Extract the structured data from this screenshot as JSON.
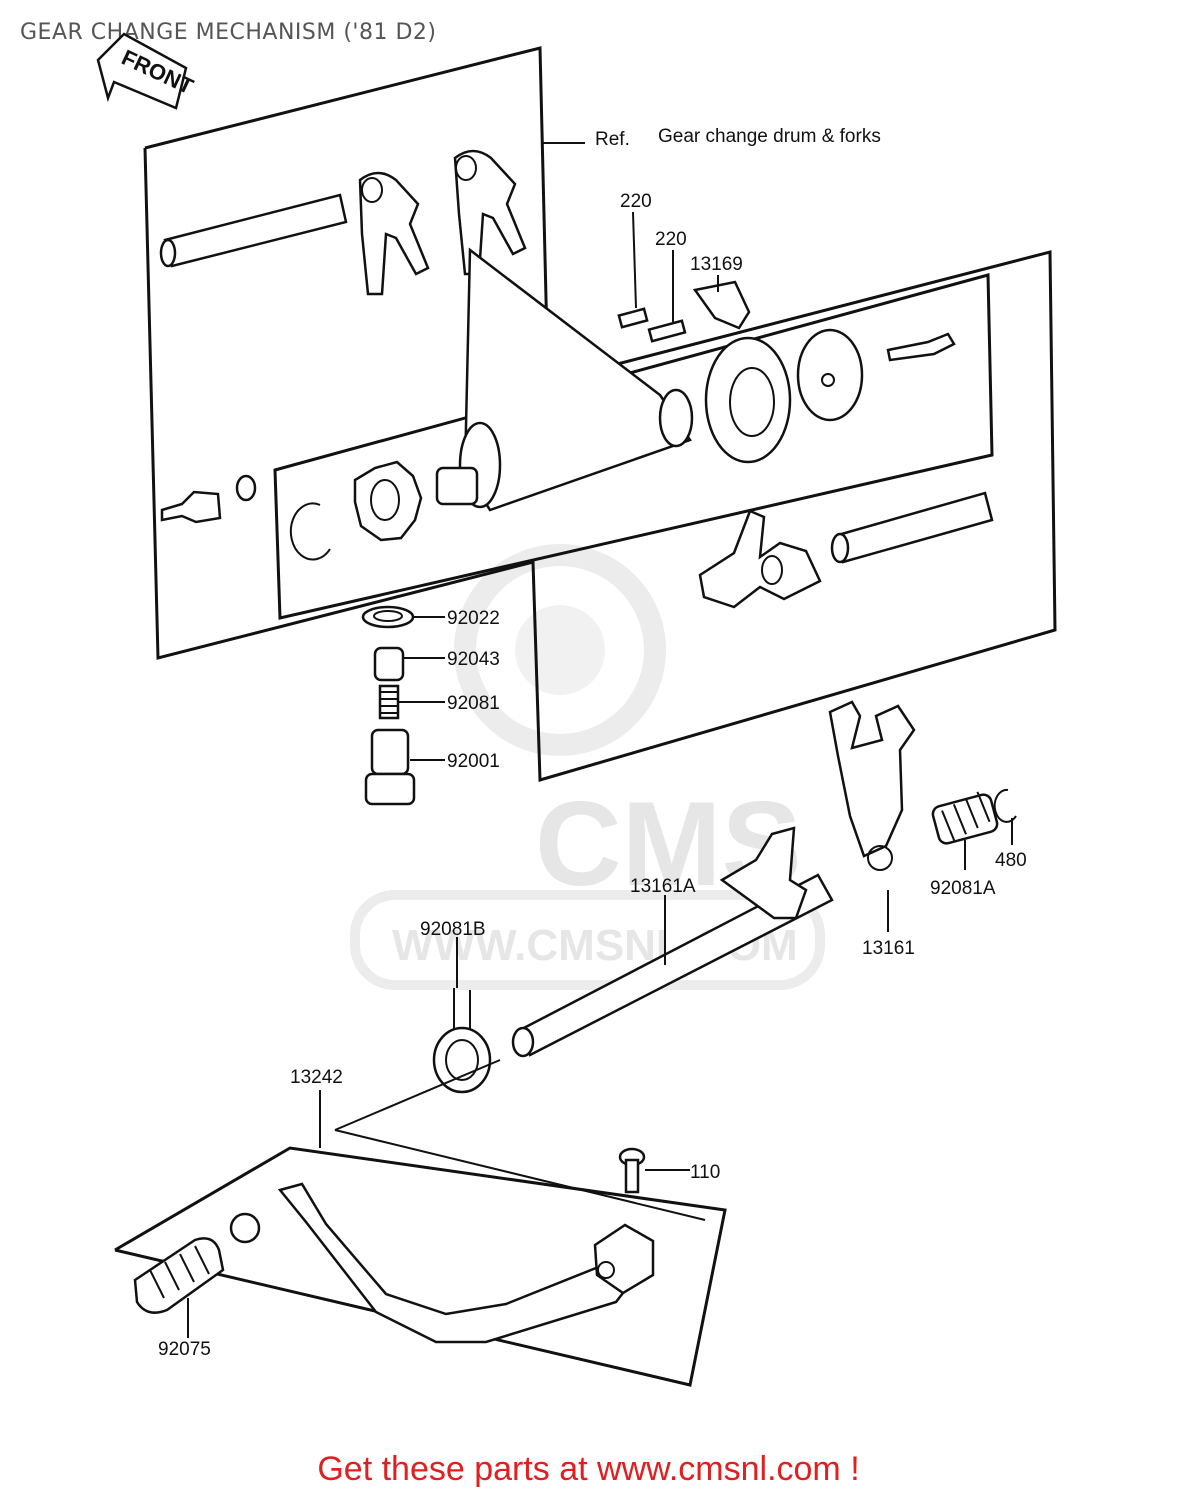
{
  "title": "GEAR CHANGE MECHANISM ('81 D2)",
  "front_arrow_label": "FRONT",
  "reference_prefix": "Ref.",
  "reference_text": "Gear change drum & forks",
  "watermark": {
    "logo": "CMS",
    "url": "WWW.CMSNL.COM"
  },
  "part_labels": [
    "220",
    "220",
    "13169",
    "92022",
    "92043",
    "92081",
    "92001",
    "480",
    "92081A",
    "13161A",
    "13161",
    "92081B",
    "13242",
    "110",
    "92075"
  ],
  "footer_cta": "Get these parts at www.cmsnl.com !",
  "colors": {
    "title": "#555555",
    "footer_cta": "#e02020",
    "line_art": "#111111",
    "watermark": "#e6e6e6"
  }
}
